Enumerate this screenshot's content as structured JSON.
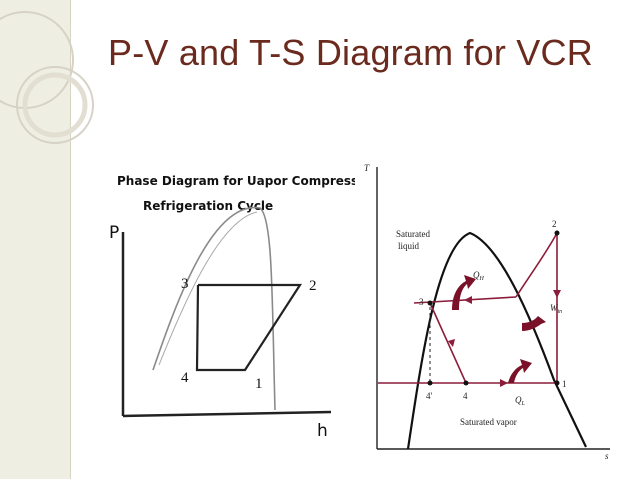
{
  "slide": {
    "title": "P-V and T-S Diagram for VCR"
  },
  "ph_diagram": {
    "title_line1": "Phase Diagram for Uapor Compression",
    "title_line2": "Refrigeration Cycle",
    "y_axis_label": "P",
    "x_axis_label": "h",
    "points": [
      "1",
      "2",
      "3",
      "4"
    ]
  },
  "ts_diagram": {
    "y_axis_label": "T",
    "x_axis_label": "s",
    "saturated_liquid_line1": "Saturated",
    "saturated_liquid_line2": "liquid",
    "saturated_vapor": "Saturated vapor",
    "heat_rejected": "Q",
    "heat_rejected_sub": "H",
    "heat_absorbed": "Q",
    "heat_absorbed_sub": "L",
    "work_input": "W",
    "work_input_sub": "in",
    "points": [
      "1",
      "2",
      "3",
      "4",
      "4'"
    ]
  }
}
